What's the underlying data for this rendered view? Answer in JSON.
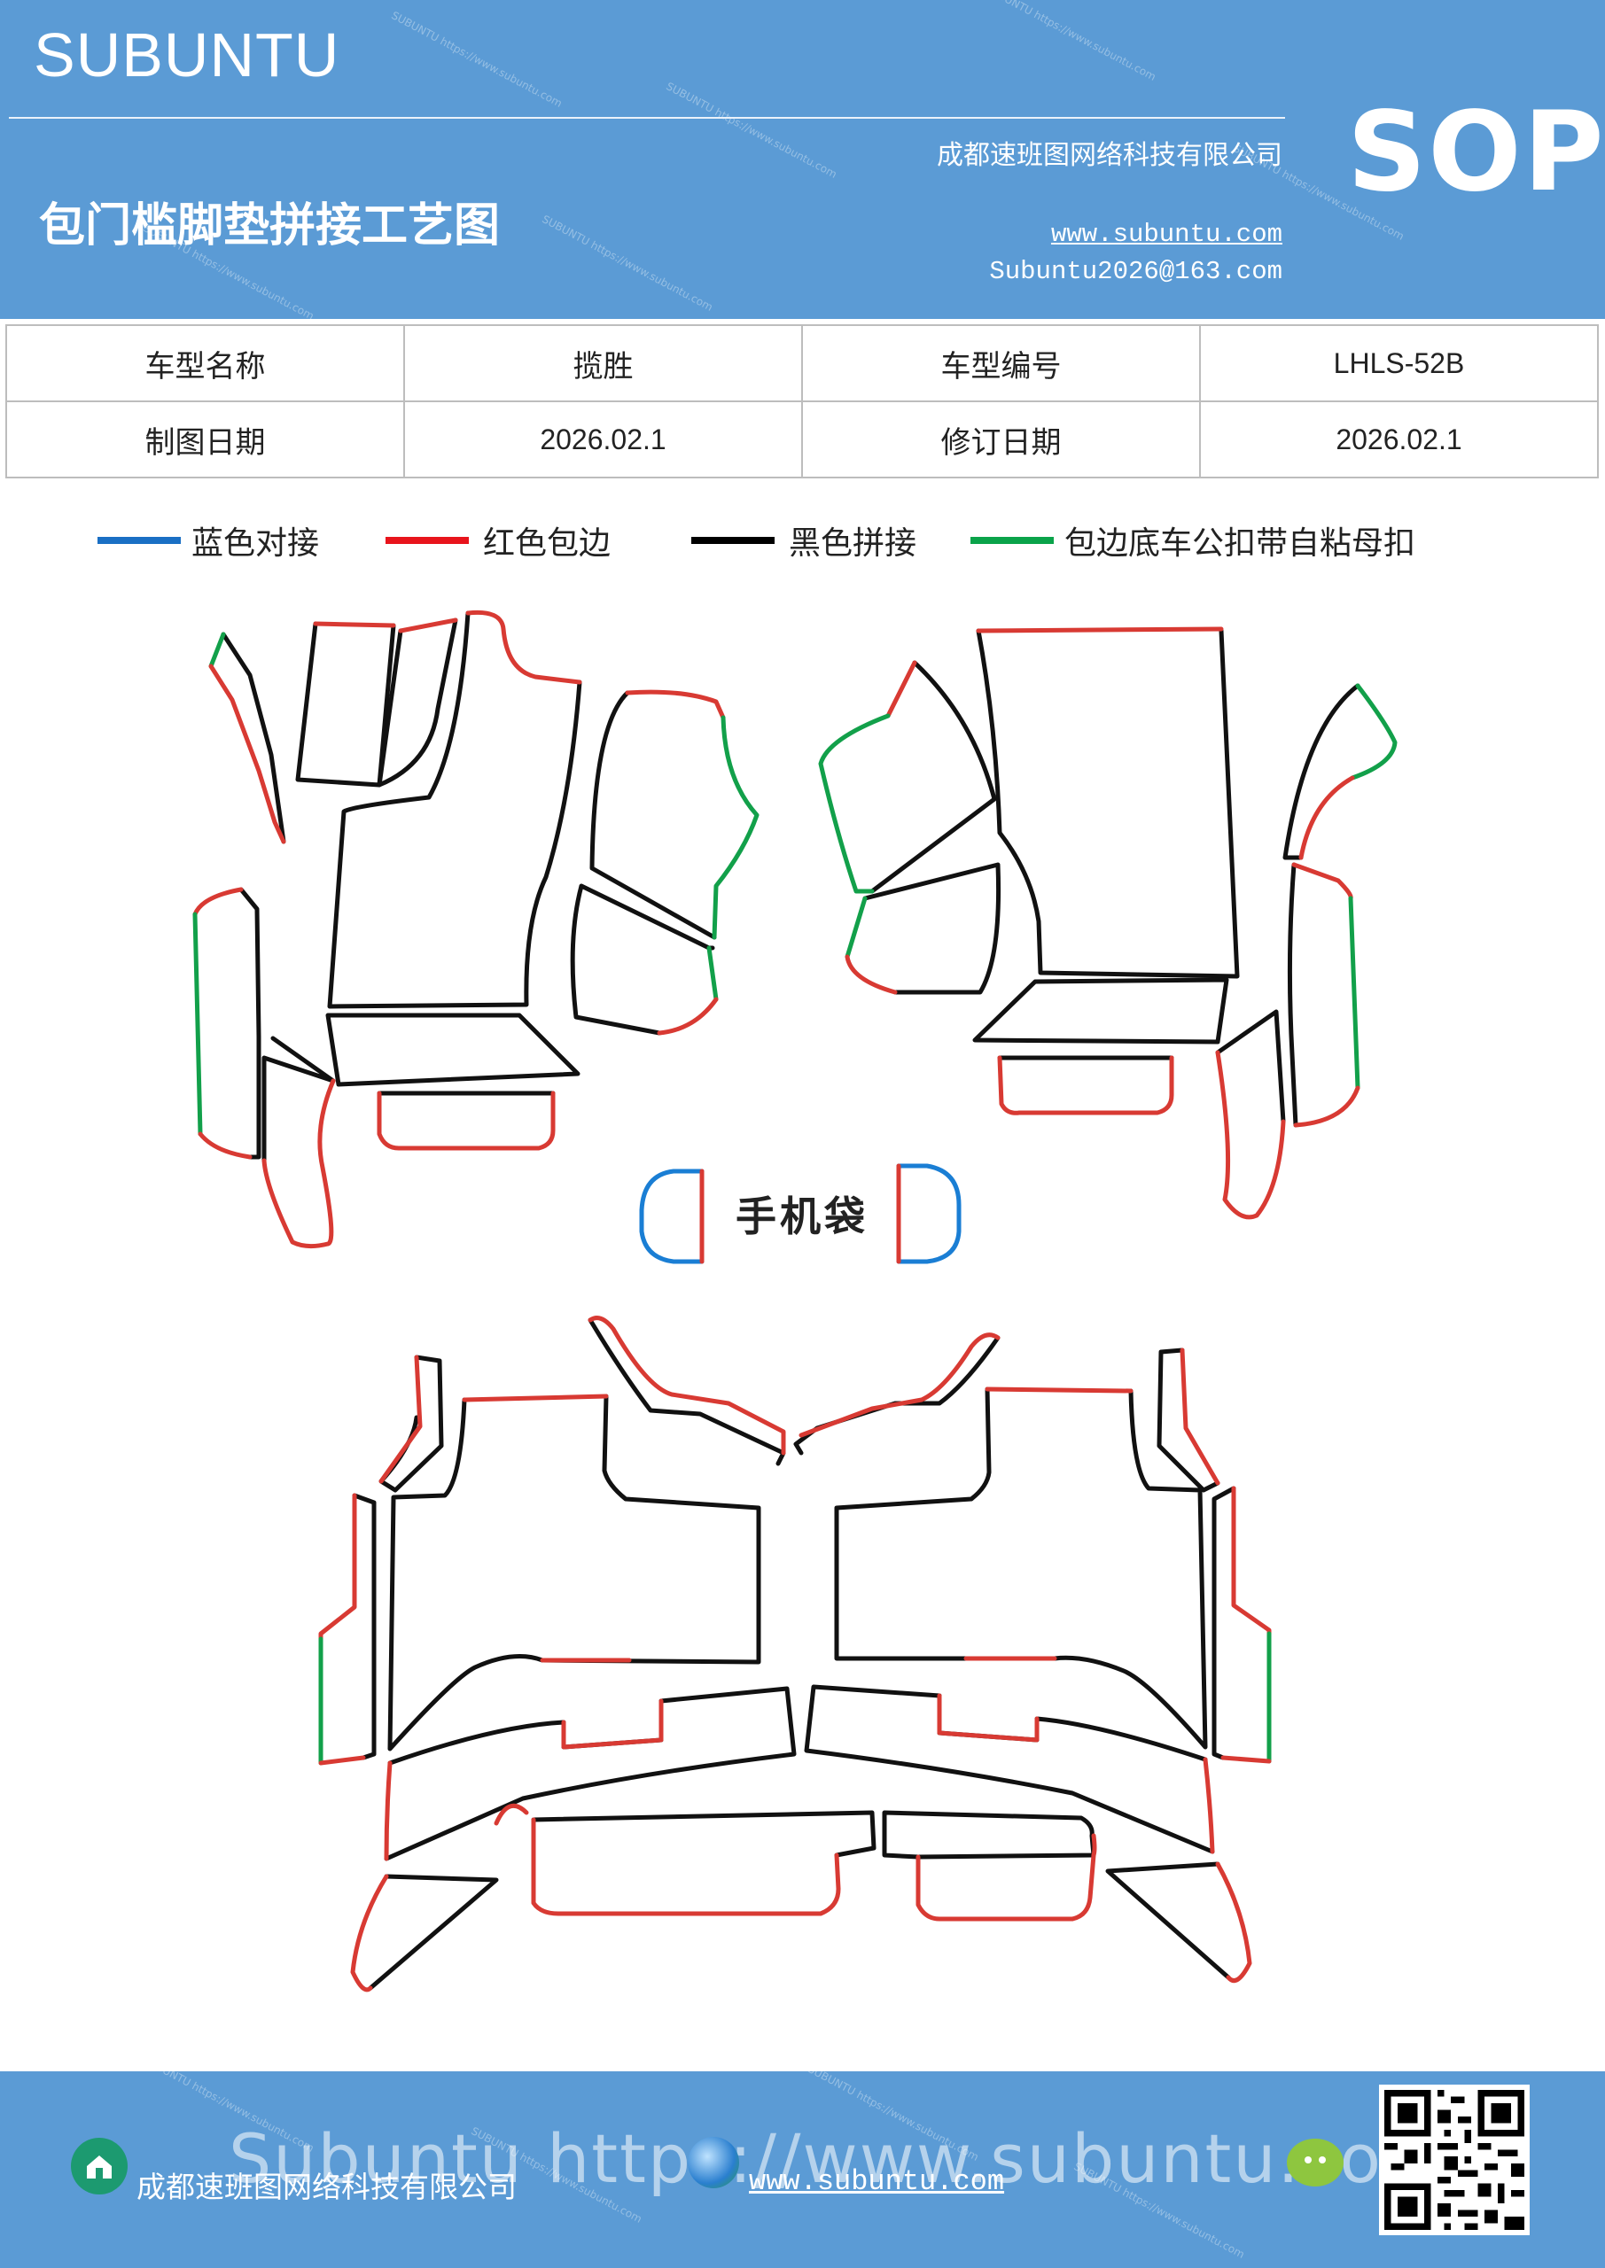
{
  "header": {
    "brand": "SUBUNTU",
    "doc_title": "包门槛脚垫拼接工艺图",
    "company": "成都速班图网络科技有限公司",
    "website": "www.subuntu.com",
    "email": "Subuntu2026@163.com",
    "sop": "SOP"
  },
  "info_table": {
    "model_name_label": "车型名称",
    "model_name_value": "揽胜",
    "model_code_label": "车型编号",
    "model_code_value": "LHLS-52B",
    "draw_date_label": "制图日期",
    "draw_date_value": "2026.02.1",
    "revise_date_label": "修订日期",
    "revise_date_value": "2026.02.1"
  },
  "legend": [
    {
      "label": "蓝色对接",
      "color": "#1a6fc4"
    },
    {
      "label": "红色包边",
      "color": "#e8141c"
    },
    {
      "label": "黑色拼接",
      "color": "#000000"
    },
    {
      "label": "包边底车公扣带自粘母扣",
      "color": "#0aa34a"
    }
  ],
  "colors": {
    "header_bg": "#5b9bd5",
    "black": "#111111",
    "red": "#d83a33",
    "green": "#12a04a",
    "blue": "#1a7ed4"
  },
  "phone_pocket_label": "手机袋",
  "footer": {
    "company": "成都速班图网络科技有限公司",
    "website": "www.subuntu.com",
    "ghost_text": "Subuntu  https://www.subuntu.com",
    "icons": [
      "home-icon",
      "globe-icon",
      "wechat-icon",
      "qr-code"
    ]
  }
}
